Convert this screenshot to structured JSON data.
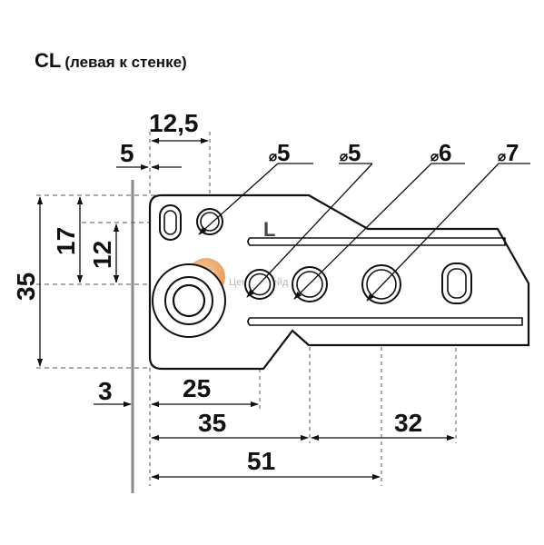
{
  "title": {
    "code": "CL",
    "text": "(левая к стенке)"
  },
  "part_marker": "L",
  "watermark": "Центр Трейд",
  "dimensions": {
    "top_offset_wide": "12,5",
    "top_offset_narrow": "5",
    "wall_gap": "3",
    "height_total": "35",
    "height_upper": "17",
    "height_inner": "12",
    "bottom_1": "25",
    "bottom_2": "35",
    "bottom_3": "51",
    "bottom_spacing": "32"
  },
  "holes": [
    {
      "symbol": "⌀",
      "size": "5"
    },
    {
      "symbol": "⌀",
      "size": "5"
    },
    {
      "symbol": "⌀",
      "size": "6"
    },
    {
      "symbol": "⌀",
      "size": "7"
    }
  ],
  "colors": {
    "line": "#111111",
    "wall": "#8a8a8a",
    "watermark_orange": "#f0a050",
    "watermark_gray": "#c4c4c4"
  }
}
